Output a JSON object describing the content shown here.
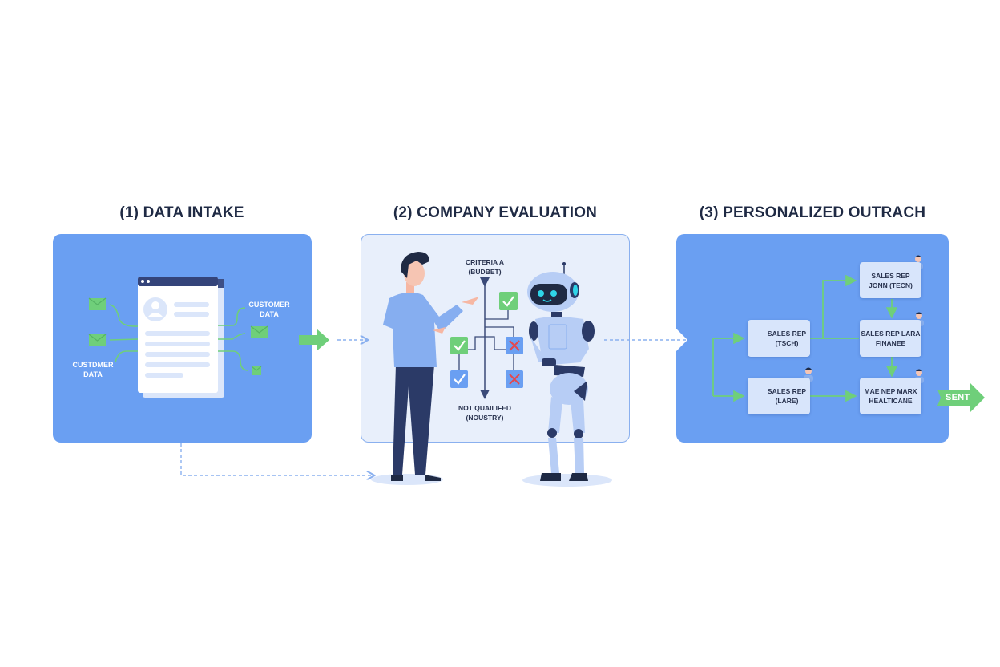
{
  "steps": [
    {
      "title": "(1) DATA INTAKE",
      "labels": {
        "left": [
          "CUSTDMER",
          "DATA"
        ],
        "right": [
          "CUSTOMER",
          "DATA"
        ]
      }
    },
    {
      "title": "(2) COMPANY EVALUATION",
      "axis_top": [
        "CRITERIA A",
        "(BUDBET)"
      ],
      "axis_bottom": [
        "NOT QUAILIFED",
        "(NOUSTRY)"
      ],
      "decisions": [
        {
          "result": "check",
          "color": "green"
        },
        {
          "result": "cross",
          "color": "blue"
        },
        {
          "result": "check",
          "color": "green"
        },
        {
          "result": "check",
          "color": "blue"
        },
        {
          "result": "cross",
          "color": "blue"
        }
      ]
    },
    {
      "title": "(3) PERSONALIZED OUTRACH",
      "reps": [
        {
          "line1": "SALES REP",
          "line2": "(TSCH)"
        },
        {
          "line1": "SALES REP",
          "line2": "(LARE)"
        },
        {
          "line1": "SALES REP",
          "line2": "JONN (TECN)"
        },
        {
          "line1": "SALES REP LARA",
          "line2": "FINANEE"
        },
        {
          "line1": "MAE NEP MARX",
          "line2": "HEALTICANE"
        }
      ],
      "sent_label": "SENT"
    }
  ],
  "colors": {
    "panel_blue": "#6a9ff2",
    "panel_light": "#e8effb",
    "accent_green": "#6fcf7a",
    "navy": "#2b3a67",
    "dashed_arrow": "#8ab0ef",
    "cross_red": "#e5484d"
  }
}
